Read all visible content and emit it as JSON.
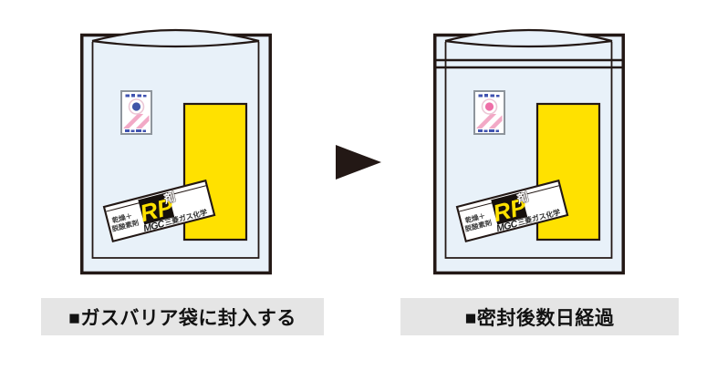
{
  "figure": {
    "left": {
      "caption": "■ガスバリア袋に封入する",
      "state": "open",
      "indicator_dot_color": "#3f55a8"
    },
    "right": {
      "caption": "■密封後数日経過",
      "state": "sealed",
      "indicator_dot_color": "#ee6fa8"
    },
    "packet": {
      "top_left_line1": "乾燥＋",
      "top_left_line2": "脱酸素剤",
      "product": "RP",
      "product_suffix": "剤",
      "brand": "MGC",
      "company": "三菱ガス化学"
    },
    "arrow": {
      "direction": "right",
      "glyph": "▶"
    },
    "colors": {
      "outline": "#231815",
      "bag_fill": "#e8f1f9",
      "content_yellow": "#ffe100",
      "caption_bg": "#e5e5e5",
      "indicator_stripe_pink": "#f2a9c6",
      "rp_text_yellow": "#ffe100"
    }
  }
}
